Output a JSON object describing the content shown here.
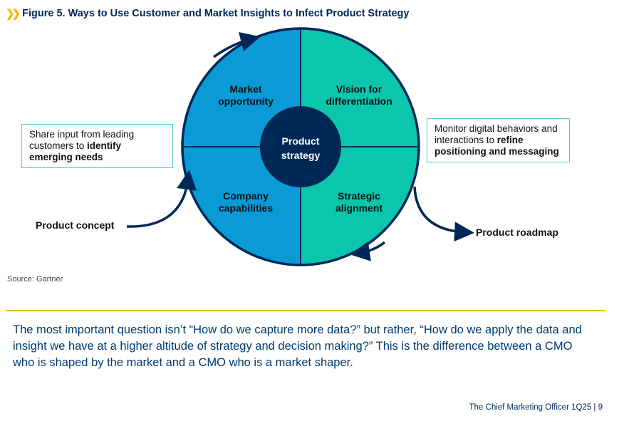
{
  "title": "Figure 5. Ways to Use Customer and Market Insights to Infect Product Strategy",
  "title_icon": "double-chevron-icon",
  "quadrants": {
    "top_left": [
      "Market",
      "opportunity"
    ],
    "top_right": [
      "Vision for",
      "differentiation"
    ],
    "bottom_left": [
      "Company",
      "capabilities"
    ],
    "bottom_right": [
      "Strategic",
      "alignment"
    ]
  },
  "center": [
    "Product",
    "strategy"
  ],
  "left_box": {
    "plain": "Share input from leading customers to ",
    "bold": "identify emerging needs"
  },
  "right_box": {
    "plain": "Monitor digital behaviors and interactions to ",
    "bold": "refine positioning and messaging"
  },
  "input_label": "Product concept",
  "output_label": "Product roadmap",
  "source": "Source: Gartner",
  "body": "The most important question isn’t “How do we capture more data?” but rather, “How do we apply the data and insight we have at a higher altitude of strategy and decision making?” This is the difference between a CMO who is shaped by the market and a CMO who is a market shaper.",
  "footer": "The Chief Marketing Officer 1Q25  |  9",
  "colors": {
    "blue": "#0a9ad6",
    "teal": "#0bc5ad",
    "navy": "#002856",
    "accent": "#f5b800"
  }
}
